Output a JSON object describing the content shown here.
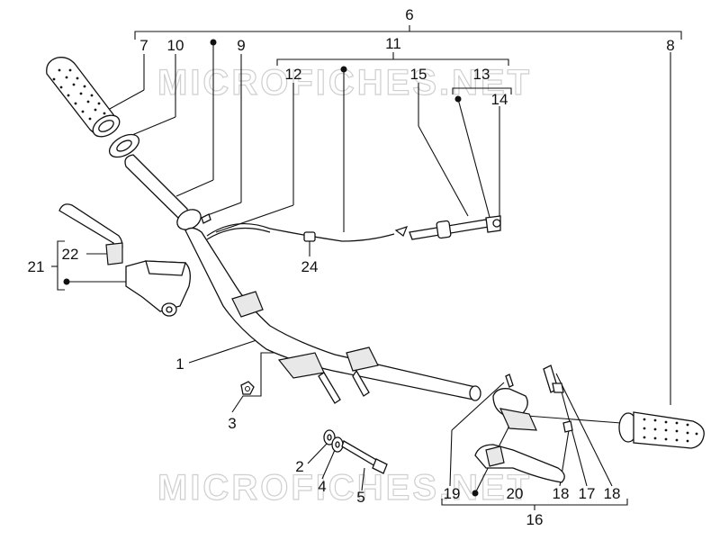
{
  "watermarks": [
    "MICROFICHES.NET",
    "MICROFICHES.NET"
  ],
  "callouts": {
    "c1": "1",
    "c2": "2",
    "c3": "3",
    "c4": "4",
    "c5": "5",
    "c6": "6",
    "c7": "7",
    "c8": "8",
    "c9": "9",
    "c10": "10",
    "c11": "11",
    "c12": "12",
    "c13": "13",
    "c14": "14",
    "c15": "15",
    "c16": "16",
    "c17": "17",
    "c18": "18",
    "c19": "19",
    "c20": "20",
    "c21": "21",
    "c22": "22",
    "c24": "24"
  }
}
